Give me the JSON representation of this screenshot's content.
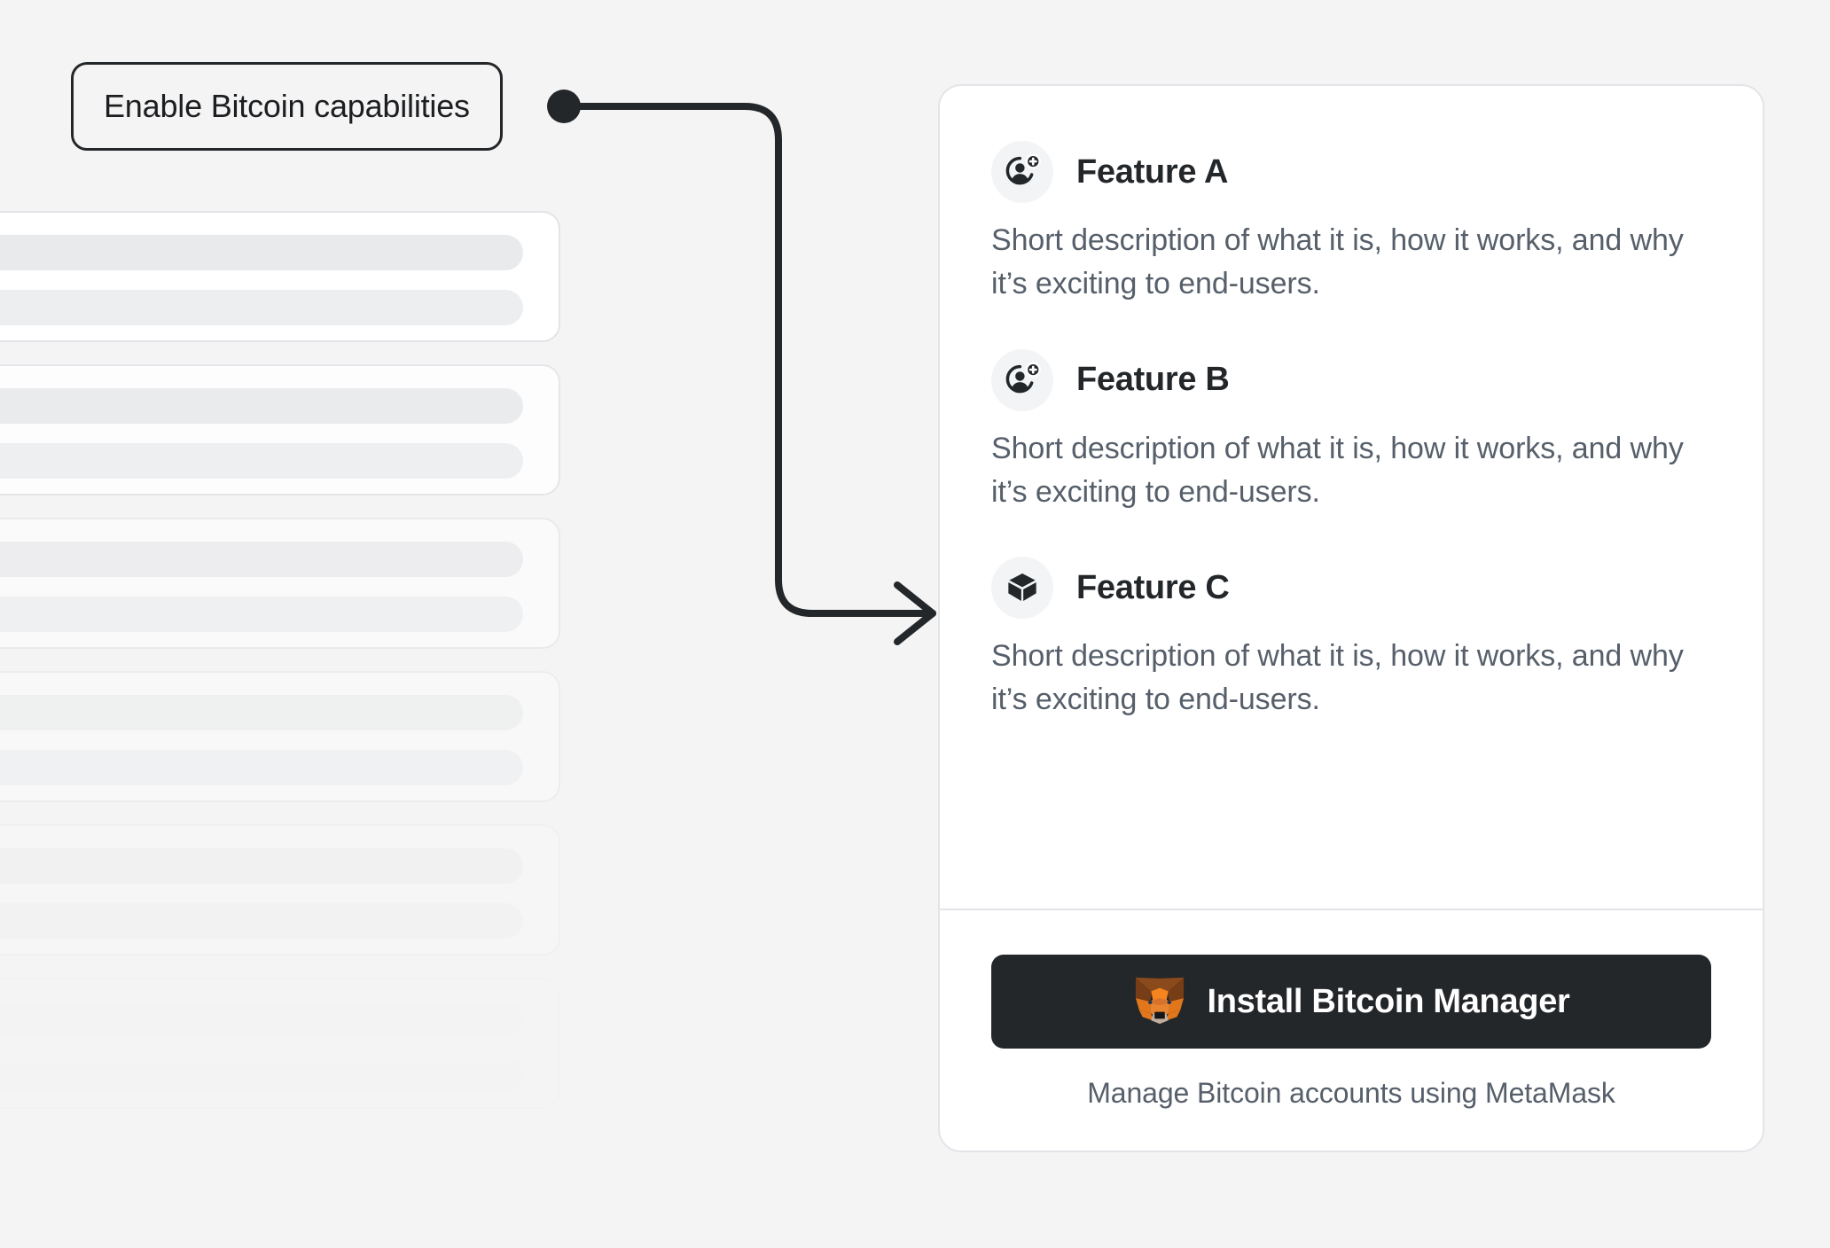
{
  "background_color": "#f4f4f4",
  "callout": {
    "label": "Enable Bitcoin capabilities",
    "border_color": "#24272a",
    "connector_color": "#24272a"
  },
  "skeleton": {
    "card_count": 6,
    "card_background": "#ffffff",
    "bar_color": "#e9eaec",
    "border_color": "#e2e4e8"
  },
  "card": {
    "background": "#ffffff",
    "border_color": "#e2e4e8",
    "features": [
      {
        "icon": "user-add-icon",
        "title": "Feature A",
        "description": "Short description of what it is, how it works, and why it’s exciting to end-users."
      },
      {
        "icon": "user-add-icon",
        "title": "Feature B",
        "description": "Short description of what it is, how it works, and why it’s exciting to end-users."
      },
      {
        "icon": "cube-icon",
        "title": "Feature C",
        "description": "Short description of what it is, how it works, and why it’s exciting to end-users."
      }
    ],
    "footer": {
      "install_button_label": "Install Bitcoin Manager",
      "install_button_icon": "metamask-fox-icon",
      "install_button_color": "#24272a",
      "install_button_text_color": "#ffffff",
      "caption": "Manage Bitcoin accounts using MetaMask"
    }
  }
}
